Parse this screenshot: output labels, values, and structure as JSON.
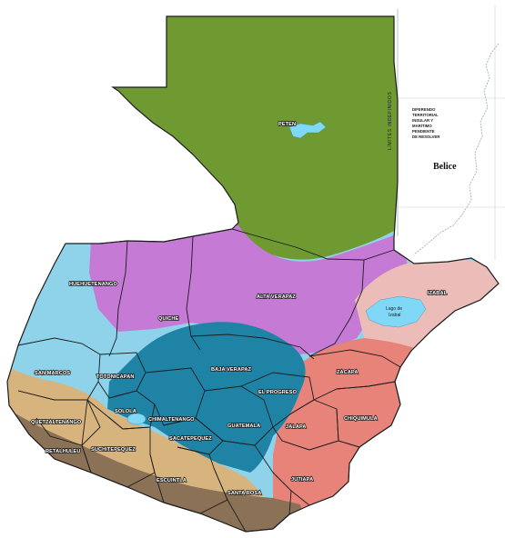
{
  "departments": {
    "peten": "PETEN",
    "huehuetenango": "HUEHUETENANGO",
    "quiche": "QUICHE",
    "alta_verapaz": "ALTA VERAPAZ",
    "izabal": "IZABAL",
    "san_marcos": "SAN MARCOS",
    "totonicapan": "TOTONICAPAN",
    "baja_verapaz": "BAJA VERAPAZ",
    "zacapa": "ZACAPA",
    "el_progreso": "EL PROGRESO",
    "solola": "SOLOLA",
    "chimaltenango": "CHIMALTENANGO",
    "guatemala": "GUATEMALA",
    "quetzaltenango": "QUETZALTENANGO",
    "sacatepequez": "SACATEPEQUEZ",
    "jalapa": "JALAPA",
    "chiquimula": "CHIQUIMULA",
    "retalhuleu": "RETALHULEU",
    "suchitepequez": "SUCHITEPEQUEZ",
    "escuintla": "ESCUINTLA",
    "santa_rosa": "SANTA ROSA",
    "jutiapa": "JUTIAPA"
  },
  "lakes": {
    "izabal_line1": "Lago de",
    "izabal_line2": "Izabal"
  },
  "belize": {
    "name": "Belice",
    "dispute_lines": [
      "DIFERENDO",
      "TERRITORIAL",
      "INSULAR Y",
      "MARÍTIMO",
      "PENDIENTE",
      "DE RESOLVER"
    ]
  },
  "border_label": "LÍMITES INDEFINIDOS",
  "colors": {
    "peten_green": "#6f9a31",
    "purple": "#c57ad6",
    "light_blue": "#8fd3ea",
    "teal": "#1f83a6",
    "salmon": "#e8837a",
    "pink": "#ecbcb8",
    "tan": "#d7b47d",
    "brown": "#8b7156",
    "lake": "#7fd8f5"
  }
}
